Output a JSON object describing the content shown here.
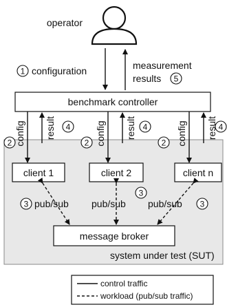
{
  "actors": {
    "operator": "operator"
  },
  "steps": {
    "s1": "1",
    "s2": "2",
    "s3": "3",
    "s4": "4",
    "s5": "5"
  },
  "labels": {
    "configuration": "configuration",
    "measurement_line1": "measurement",
    "measurement_line2": "results",
    "config": "config",
    "result": "result",
    "pubsub": "pub/sub"
  },
  "components": {
    "controller": "benchmark controller",
    "client1": "client 1",
    "client2": "client 2",
    "clientn": "client n",
    "broker": "message broker",
    "sut": "system under test (SUT)"
  },
  "legend": {
    "control": "control traffic",
    "workload": "workload (pub/sub traffic)"
  },
  "colors": {
    "sut_fill": "#e8e8e8",
    "line": "#111111"
  }
}
